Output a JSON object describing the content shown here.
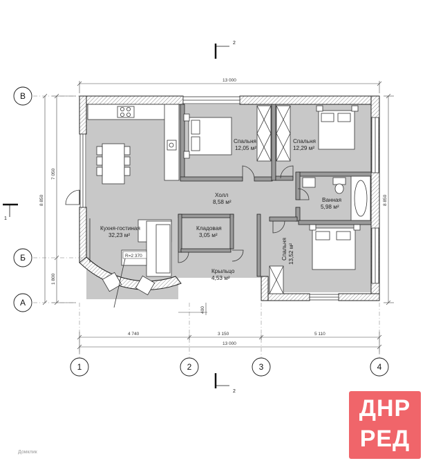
{
  "rooms": {
    "kitchen": {
      "name": "Кухня-гостиная",
      "area": "32,23 м²"
    },
    "bedroom1": {
      "name": "Спальня",
      "area": "12,05 м²"
    },
    "bedroom2": {
      "name": "Спальня",
      "area": "12,29 м²"
    },
    "hall": {
      "name": "Холл",
      "area": "8,58 м²"
    },
    "bath": {
      "name": "Ванная",
      "area": "5,98 м²"
    },
    "pantry": {
      "name": "Кладовая",
      "area": "3,05 м²"
    },
    "porch": {
      "name": "Крыльцо",
      "area": "4,53 м²"
    },
    "bedroom3": {
      "name": "Спальня",
      "area": "13,52 м²"
    }
  },
  "radius_label": "R=2 370",
  "dimensions": {
    "total_top": "13 000",
    "total_bottom": "13 000",
    "seg1": "4 740",
    "seg2": "3 150",
    "seg3": "5 110",
    "left_total": "8 850",
    "left_upper": "7 050",
    "left_lower": "1 800",
    "right_total": "8 850",
    "porch_step": "400"
  },
  "axes": {
    "rows": [
      "В",
      "Б",
      "А"
    ],
    "cols": [
      "1",
      "2",
      "3",
      "4"
    ]
  },
  "section": {
    "mark": "1",
    "mark2": "2"
  },
  "watermark": "Домклик",
  "logo": {
    "line1": "ДНР",
    "line2": "РЕД"
  }
}
